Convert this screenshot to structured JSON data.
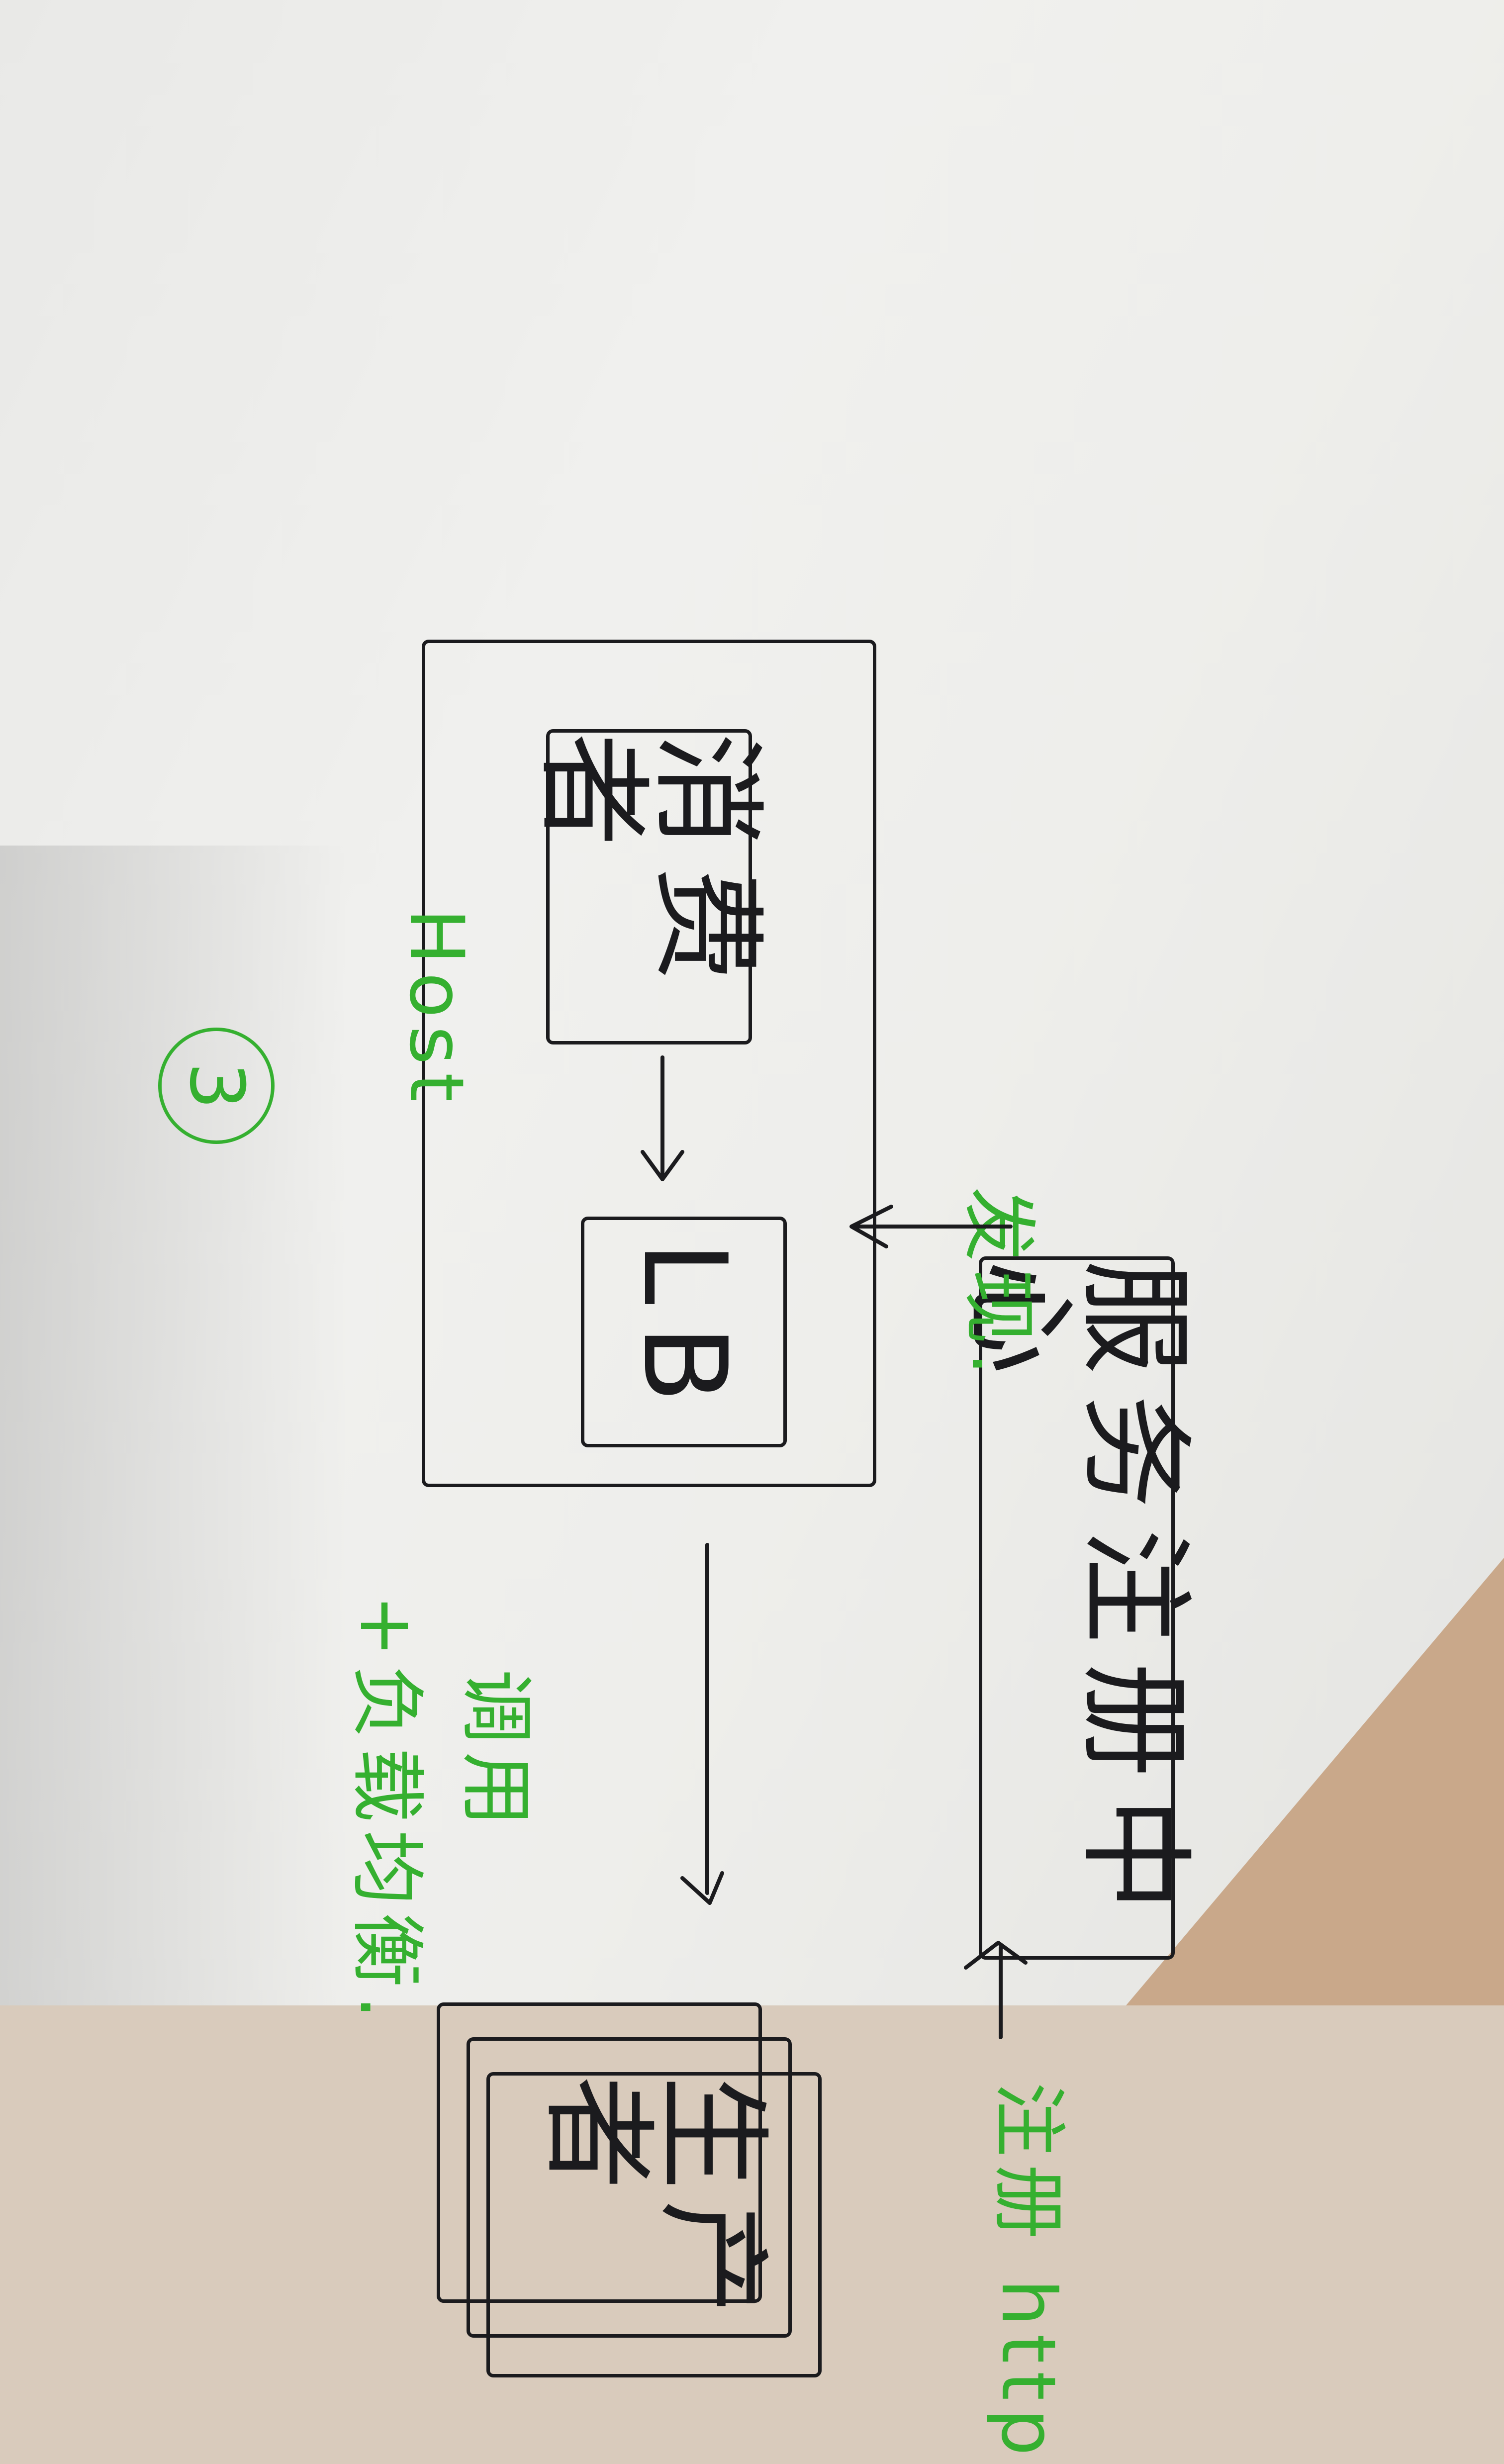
{
  "host": {
    "label": "Host",
    "consumer_label": "消费者",
    "lb_label": "LB"
  },
  "registry": {
    "label": "服务注册中心"
  },
  "providers": {
    "label": "生产者"
  },
  "edges": {
    "discover_label": "发现.",
    "invoke_label": "调用",
    "load_balance_label": "+负载均衡.",
    "register_label": "注册 http"
  },
  "step_number": "3",
  "colors": {
    "ink": "#1b1b1e",
    "annotation": "#35b030",
    "paper": "#eeeeeb"
  }
}
